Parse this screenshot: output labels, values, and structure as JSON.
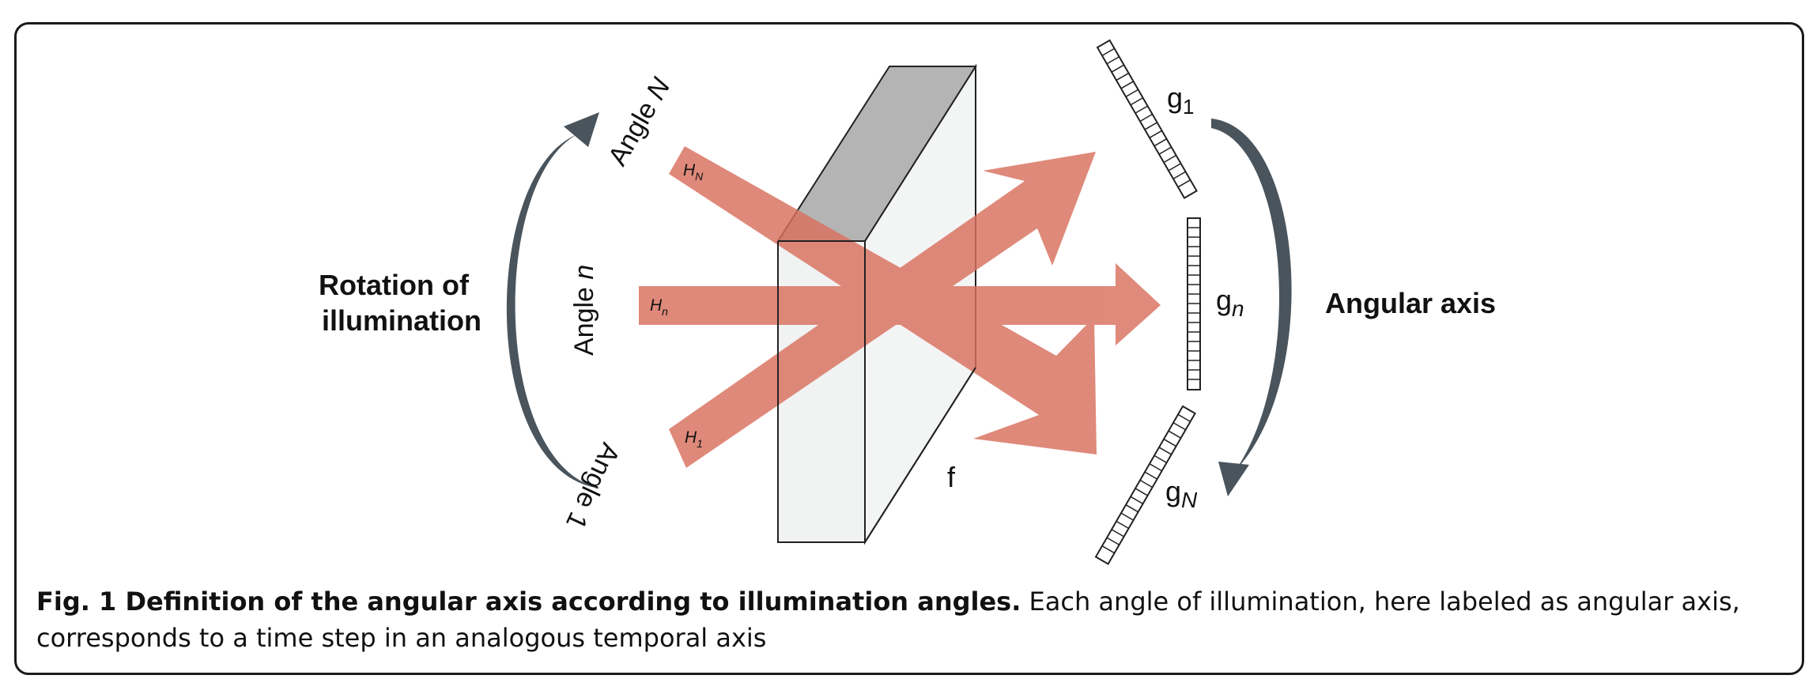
{
  "diagram": {
    "left_label_line1": "Rotation of",
    "left_label_line2": "illumination",
    "right_label": "Angular axis",
    "angle_top_word": "Angle",
    "angle_top_sym": "N",
    "angle_mid_word": "Angle",
    "angle_mid_sym": "n",
    "angle_bot": "Angle 1",
    "beam_top_main": "H",
    "beam_top_sub": "N",
    "beam_mid_main": "H",
    "beam_mid_sub": "n",
    "beam_bot_main": "H",
    "beam_bot_sub": "1",
    "object_label": "f",
    "det_top_main": "g",
    "det_top_sub": "1",
    "det_mid_main": "g",
    "det_mid_sub": "n",
    "det_bot_main": "g",
    "det_bot_sub": "N"
  },
  "colors": {
    "beam": "#d9705e",
    "arrow": "#4a545c",
    "slab_top": "#b4b4b4",
    "slab_face": "#f1f2f2"
  },
  "caption": {
    "title": "Fig. 1 Definition of the angular axis according to illumination angles.",
    "text": " Each angle of illumination, here labeled as angular axis, corresponds to a time step in an analogous temporal axis"
  }
}
